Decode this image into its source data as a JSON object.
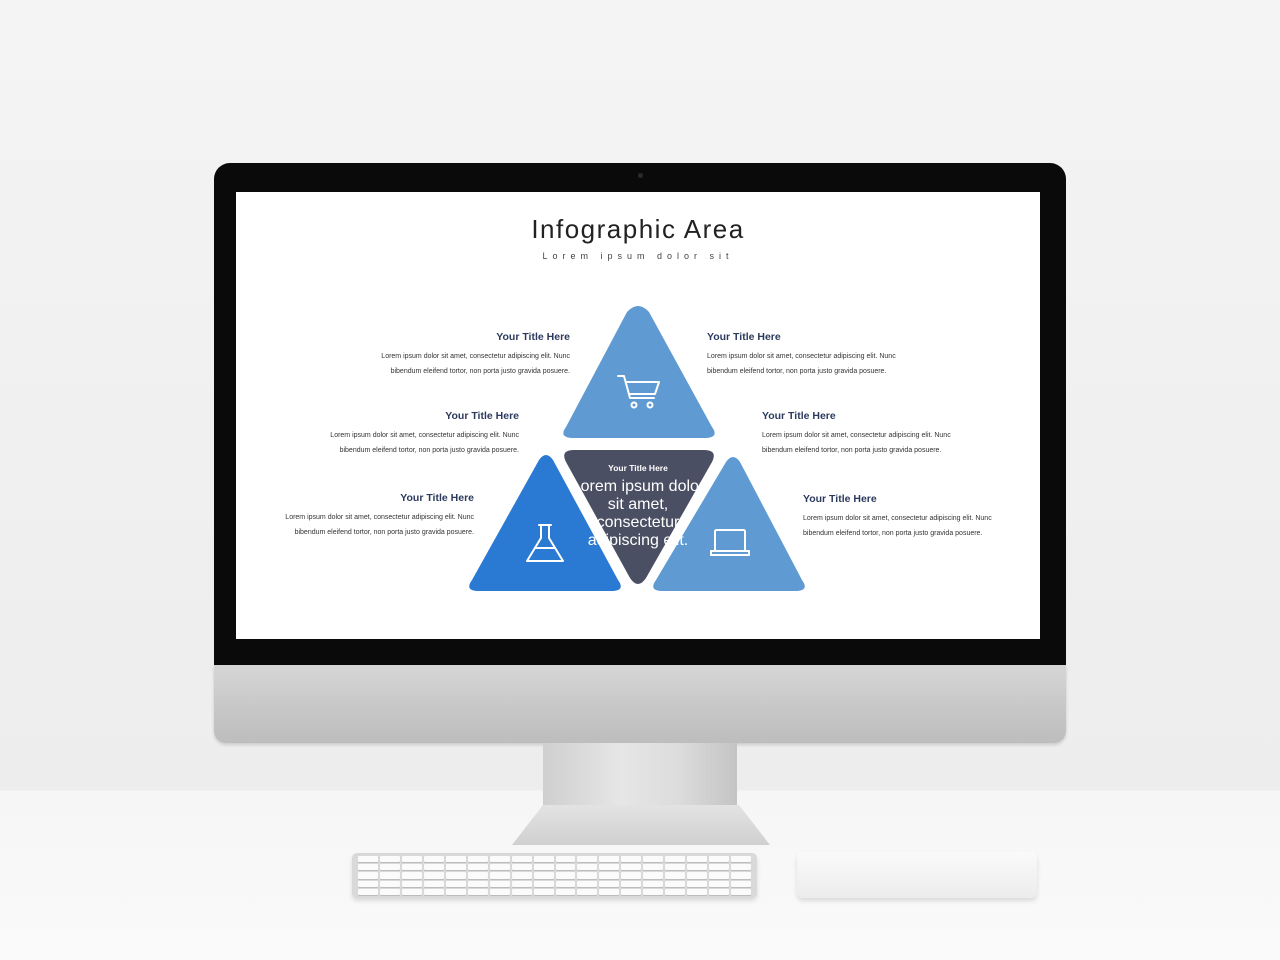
{
  "slide": {
    "title": "Infographic Area",
    "subtitle": "Lorem ipsum dolor sit",
    "center": {
      "title": "Your Title Here",
      "line1": "Lorem ipsum dolor sit amet,",
      "line2": "consectetur adipiscing elit."
    },
    "blocks": [
      {
        "title": "Your Title Here",
        "line1": "Lorem  ipsum dolor sit amet, consectetur  adipiscing elit. Nunc",
        "line2": "bibendum eleifend tortor,  non porta justo gravida posuere."
      },
      {
        "title": "Your Title Here",
        "line1": "Lorem  ipsum dolor sit amet, consectetur  adipiscing elit. Nunc",
        "line2": "bibendum eleifend tortor,  non porta justo gravida posuere."
      },
      {
        "title": "Your Title Here",
        "line1": "Lorem  ipsum dolor sit amet, consectetur  adipiscing elit. Nunc",
        "line2": "bibendum eleifend tortor,  non porta justo gravida posuere."
      },
      {
        "title": "Your Title Here",
        "line1": "Lorem  ipsum dolor sit amet, consectetur  adipiscing elit. Nunc",
        "line2": "bibendum eleifend tortor,  non porta justo gravida posuere."
      },
      {
        "title": "Your Title Here",
        "line1": "Lorem  ipsum dolor sit amet, consectetur  adipiscing elit. Nunc",
        "line2": "bibendum eleifend tortor,  non porta justo gravida posuere."
      },
      {
        "title": "Your Title Here",
        "line1": "Lorem  ipsum dolor sit amet, consectetur  adipiscing elit. Nunc",
        "line2": "bibendum eleifend tortor,  non porta justo gravida posuere."
      }
    ],
    "icons": [
      "shopping-cart-icon",
      "flask-icon",
      "laptop-icon"
    ],
    "colors": {
      "top": "#5f9bd2",
      "left": "#2a79d3",
      "right": "#5f9bd2",
      "center": "#4b4f63"
    }
  }
}
